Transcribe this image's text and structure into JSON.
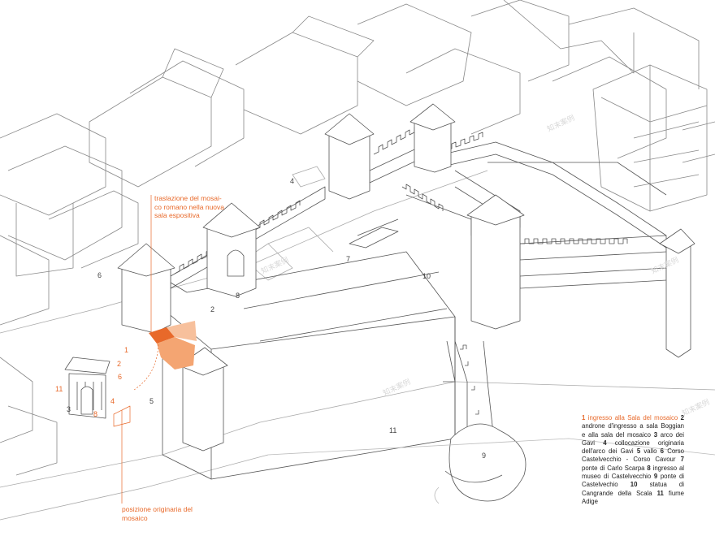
{
  "accent_color": "#e8692a",
  "line_color": "#555555",
  "annotations": {
    "traslazione": [
      "traslazione del mosai-",
      "co romano nella nuova",
      "sala espositiva"
    ],
    "posizione": [
      "posizione originaria del",
      "mosaico"
    ]
  },
  "numbers": {
    "n2": "2",
    "n3": "3",
    "n4": "4",
    "n5": "5",
    "n6": "6",
    "n7": "7",
    "n8": "8",
    "n9": "9",
    "n10": "10",
    "n11": "11"
  },
  "orange_numbers": {
    "o1": "1",
    "o11": "11",
    "o2": "2",
    "o6": "6",
    "o4": "4",
    "o8": "8"
  },
  "legend": [
    {
      "num": "1",
      "text": "ingresso alla Sala del mosaico",
      "highlight": true
    },
    {
      "num": "2",
      "text": "androne d'ingresso a sala Boggian e alla sala del mosaico"
    },
    {
      "num": "3",
      "text": "arco dei Gavi"
    },
    {
      "num": "4",
      "text": "collocazione originaria dell'arco dei Gavi"
    },
    {
      "num": "5",
      "text": "vallo"
    },
    {
      "num": "6",
      "text": "Corso Castelvecchio - Corso Cavour"
    },
    {
      "num": "7",
      "text": "ponte di Carlo Scarpa"
    },
    {
      "num": "8",
      "text": "ingresso al museo di Castelvecchio"
    },
    {
      "num": "9",
      "text": "ponte di Castelvechio"
    },
    {
      "num": "10",
      "text": "statua di Cangrande della Scala"
    },
    {
      "num": "11",
      "text": "fiume Adige"
    }
  ],
  "watermark": "知末案例"
}
